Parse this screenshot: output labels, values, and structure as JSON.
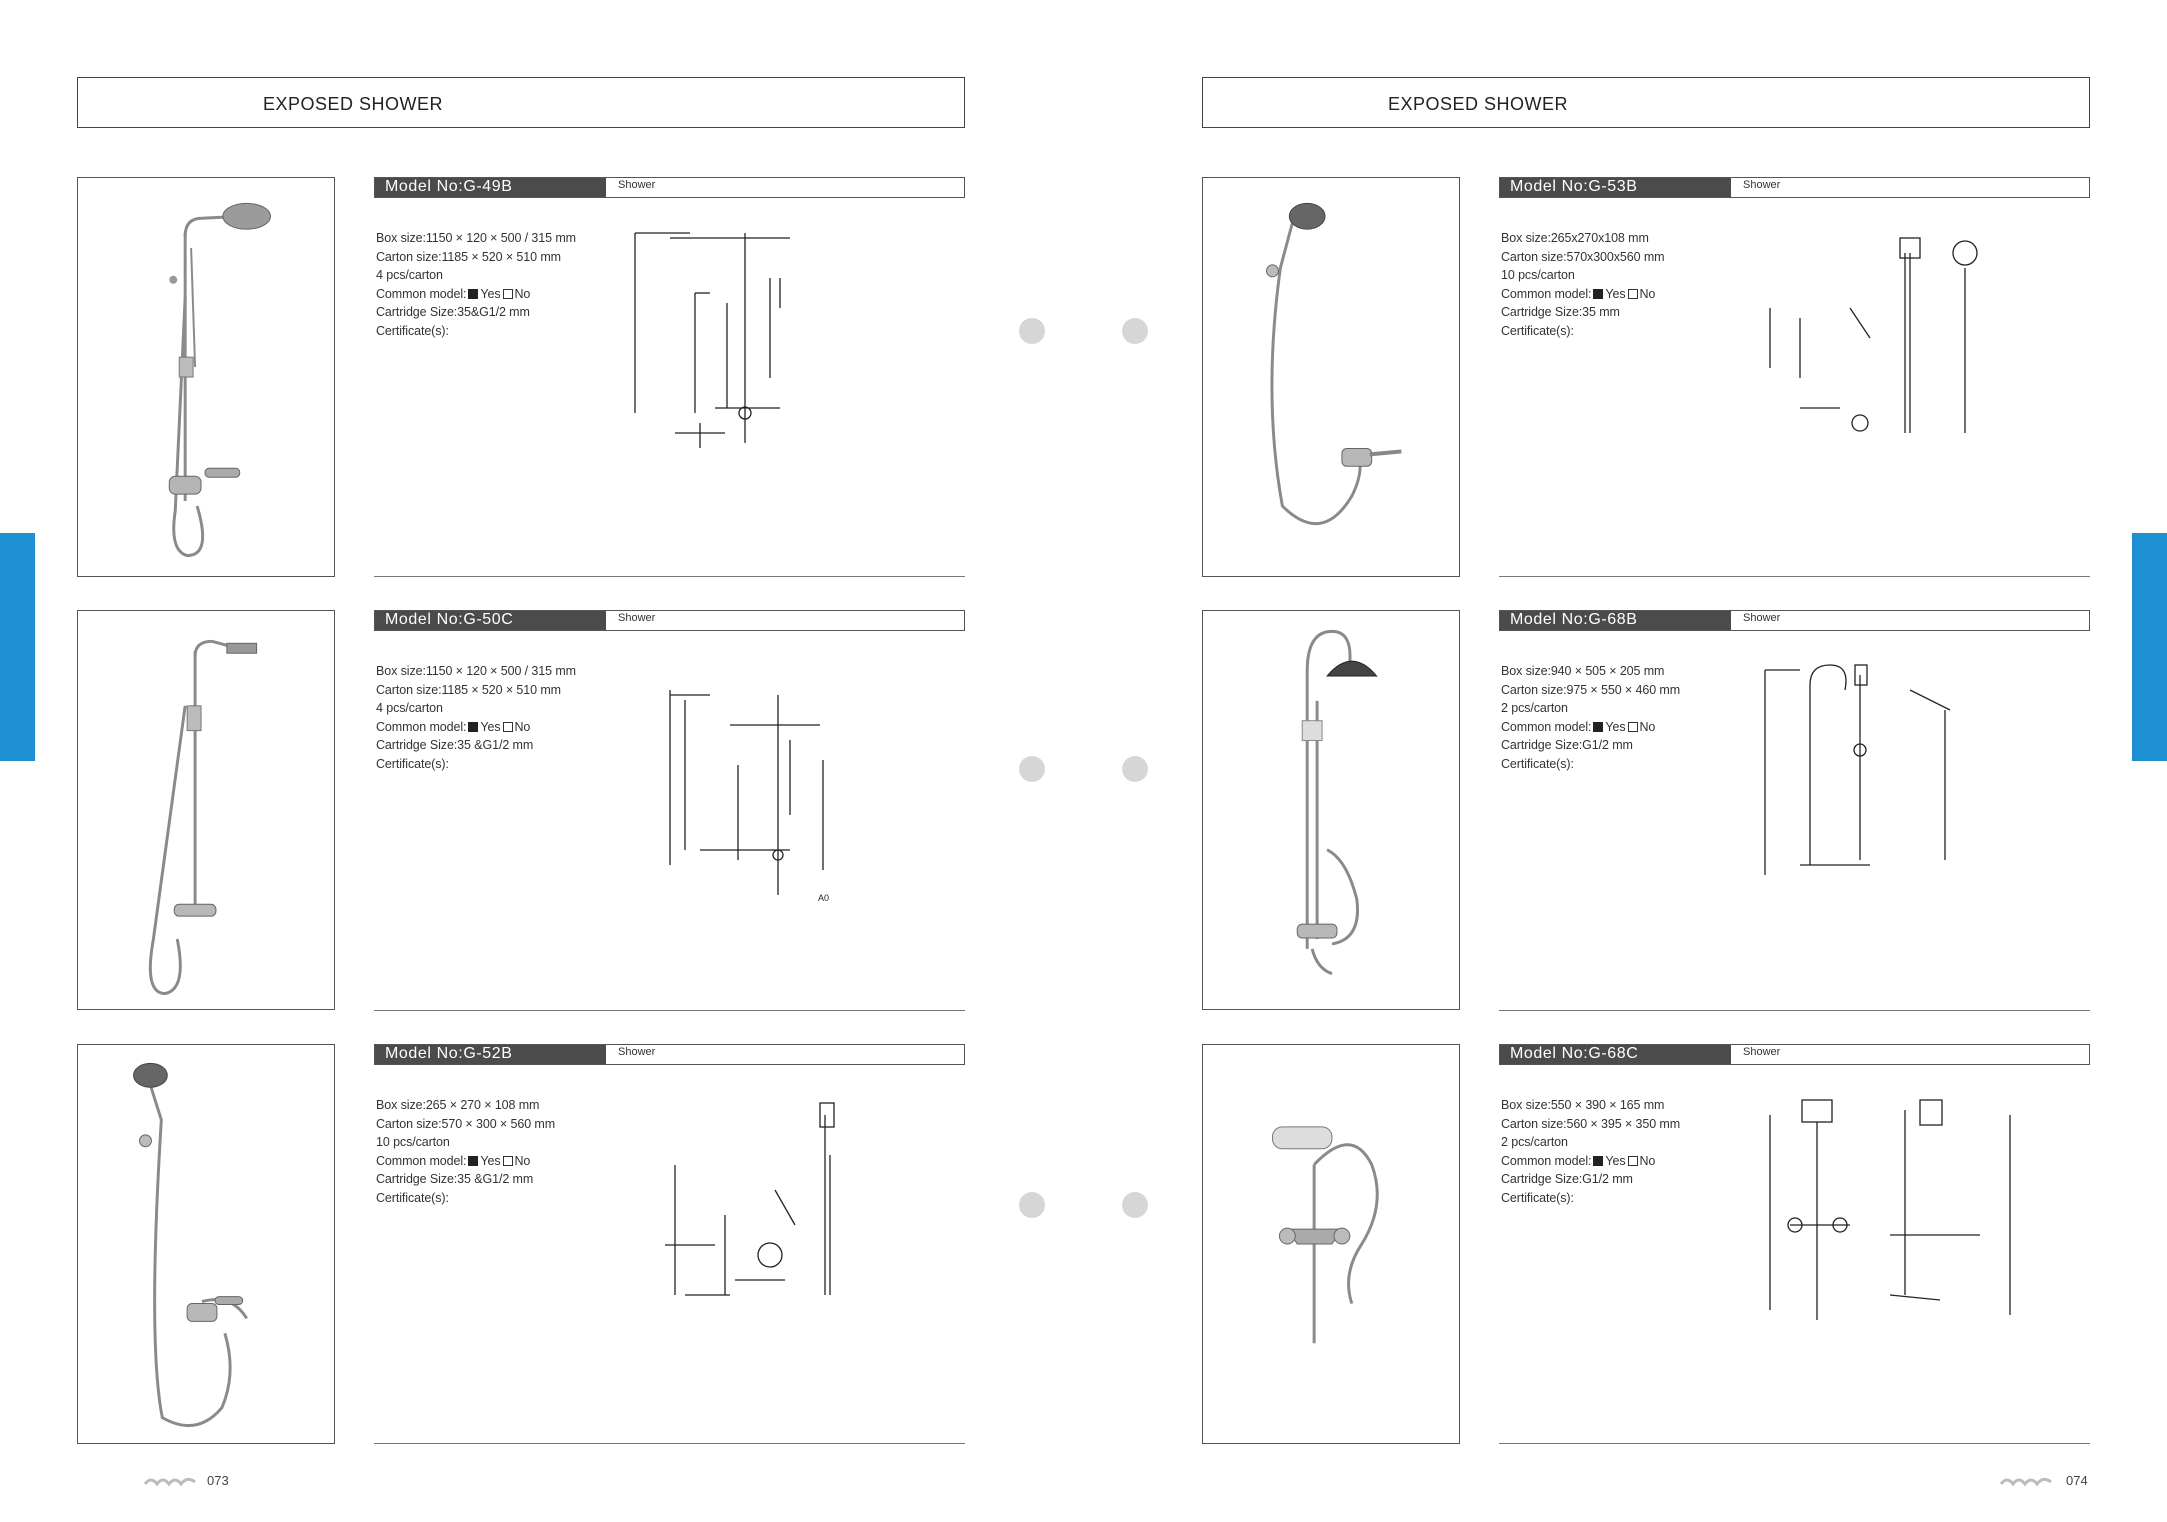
{
  "pages": [
    {
      "header": "EXPOSED SHOWER",
      "page_number": "073",
      "logo_icon": "wave-logo-icon"
    },
    {
      "header": "EXPOSED SHOWER",
      "page_number": "074",
      "logo_icon": "wave-logo-icon"
    }
  ],
  "products": [
    {
      "model": "Model No:G-49B",
      "category": "Shower",
      "box": "Box size:1150 × 120 × 500 / 315 mm",
      "carton": "Carton size:1185 × 520 × 510 mm",
      "qty": "4 pcs/carton",
      "common_label": "Common model:",
      "yes": "Yes",
      "no": "No",
      "cartridge": "Cartridge Size:35&G1/2 mm",
      "cert": "Certificate(s):",
      "extra": ""
    },
    {
      "model": "Model No:G-50C",
      "category": "Shower",
      "box": "Box size:1150 × 120 × 500 / 315 mm",
      "carton": "Carton size:1185 × 520 × 510 mm",
      "qty": "4 pcs/carton",
      "common_label": "Common model:",
      "yes": "Yes",
      "no": "No",
      "cartridge": "Cartridge Size:35 &G1/2 mm",
      "cert": "Certificate(s):",
      "extra": "A0"
    },
    {
      "model": "Model No:G-52B",
      "category": "Shower",
      "box": "Box size:265 × 270 × 108 mm",
      "carton": "Carton size:570 × 300 × 560 mm",
      "qty": "10 pcs/carton",
      "common_label": "Common model:",
      "yes": "Yes",
      "no": "No",
      "cartridge": "Cartridge Size:35 &G1/2 mm",
      "cert": "Certificate(s):",
      "extra": ""
    },
    {
      "model": "Model No:G-53B",
      "category": "Shower",
      "box": "Box size:265x270x108 mm",
      "carton": "Carton size:570x300x560 mm",
      "qty": "10 pcs/carton",
      "common_label": "Common model:",
      "yes": "Yes",
      "no": "No",
      "cartridge": "Cartridge Size:35 mm",
      "cert": "Certificate(s):",
      "extra": ""
    },
    {
      "model": "Model No:G-68B",
      "category": "Shower",
      "box": "Box size:940 × 505 × 205 mm",
      "carton": "Carton size:975 × 550 × 460 mm",
      "qty": "2 pcs/carton",
      "common_label": "Common model:",
      "yes": "Yes",
      "no": "No",
      "cartridge": "Cartridge Size:G1/2 mm",
      "cert": "Certificate(s):",
      "extra": ""
    },
    {
      "model": "Model No:G-68C",
      "category": "Shower",
      "box": "Box size:550 × 390 × 165 mm",
      "carton": "Carton size:560 × 395 × 350 mm",
      "qty": "2 pcs/carton",
      "common_label": "Common model:",
      "yes": "Yes",
      "no": "No",
      "cartridge": "Cartridge Size:G1/2 mm",
      "cert": "Certificate(s):",
      "extra": ""
    }
  ],
  "colors": {
    "accent": "#1e8fd0",
    "model_bar": "#4b4b4b",
    "dot": "#d6d6d6"
  }
}
